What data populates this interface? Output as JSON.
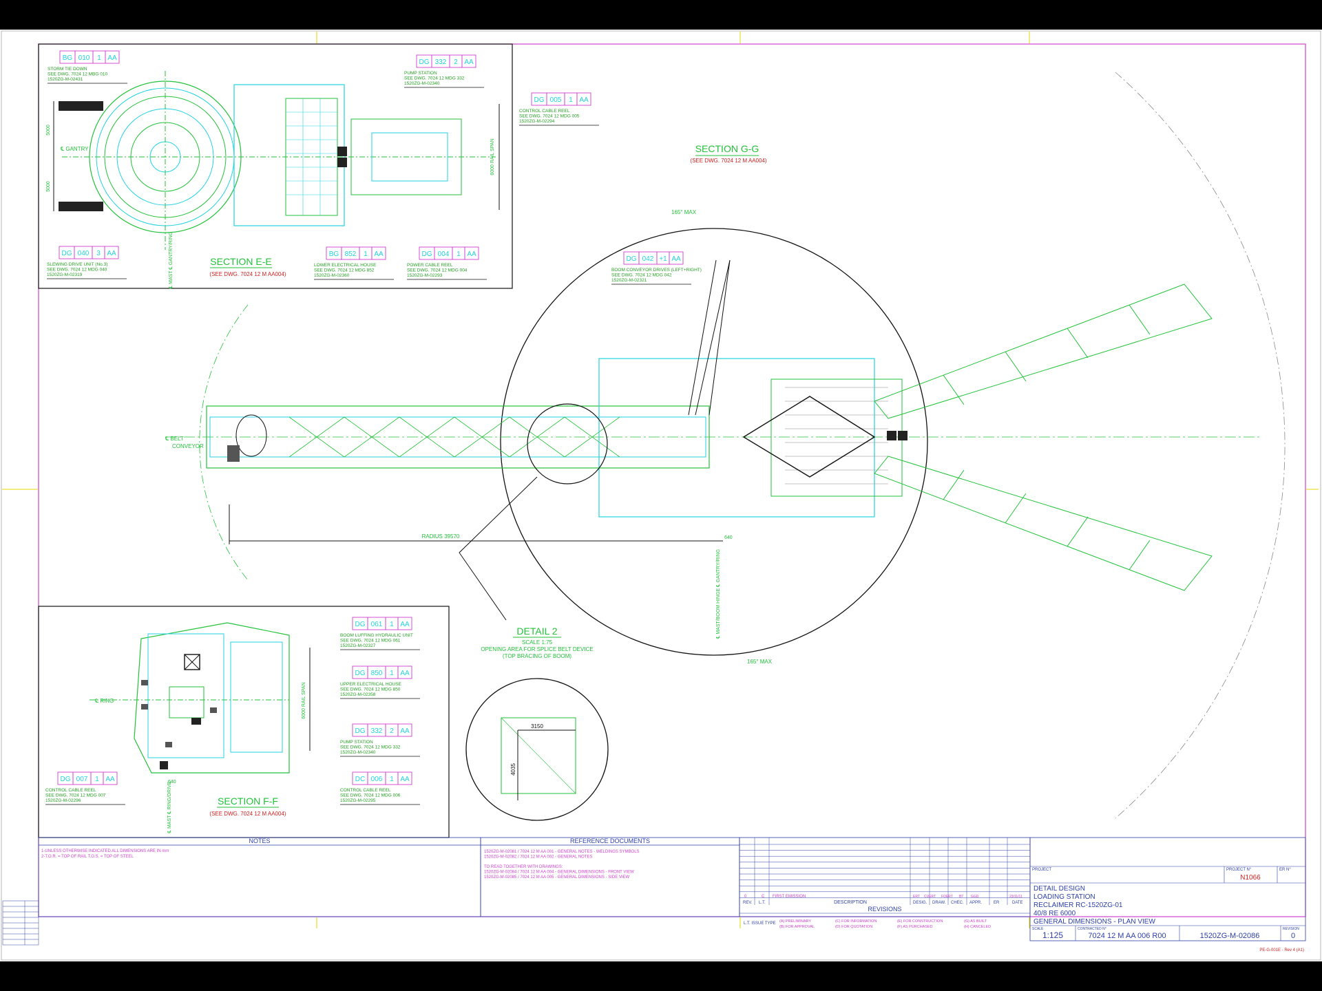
{
  "sections": {
    "ee": {
      "title": "SECTION E-E",
      "ref": "(SEE DWG. 7024 12 M AA004)"
    },
    "ff": {
      "title": "SECTION F-F",
      "ref": "(SEE DWG. 7024 12 M AA004)"
    },
    "gg": {
      "title": "SECTION G-G",
      "ref": "(SEE DWG. 7024 12 M AA004)"
    }
  },
  "detail": {
    "title": "DETAIL 2",
    "scale": "SCALE 1:75",
    "line1": "OPENING AREA FOR SPLICE BELT DEVICE",
    "line2": "(TOP BRACING OF BOOM)",
    "dim_h": "3150",
    "dim_v": "4035"
  },
  "tags": [
    {
      "c1": "BG",
      "c2": "010",
      "c3": "1",
      "c4": "AA",
      "l1": "STORM TIE DOWN",
      "l2": "SEE DWG. 7024 12 MBG 010",
      "l3": "1520ZG-M-02431"
    },
    {
      "c1": "DG",
      "c2": "332",
      "c3": "2",
      "c4": "AA",
      "l1": "PUMP STATION",
      "l2": "SEE DWG. 7024 12 MDG 332",
      "l3": "1520ZG-M-02340"
    },
    {
      "c1": "DG",
      "c2": "005",
      "c3": "1",
      "c4": "AA",
      "l1": "CONTROL CABLE REEL",
      "l2": "SEE DWG. 7024 12 MDG 005",
      "l3": "1520ZG-M-02294"
    },
    {
      "c1": "DG",
      "c2": "040",
      "c3": "3",
      "c4": "AA",
      "l1": "SLEWING DRIVE UNIT (No.3)",
      "l2": "SEE DWG. 7024 12 MDG 040",
      "l3": "1520ZG-M-02319"
    },
    {
      "c1": "BG",
      "c2": "852",
      "c3": "1",
      "c4": "AA",
      "l1": "LOWER ELECTRICAL HOUSE",
      "l2": "SEE DWG. 7024 12 MDG 852",
      "l3": "1520ZG-M-02360"
    },
    {
      "c1": "DG",
      "c2": "004",
      "c3": "1",
      "c4": "AA",
      "l1": "POWER CABLE REEL",
      "l2": "SEE DWG. 7024 12 MDG 004",
      "l3": "1520ZG-M-02293"
    },
    {
      "c1": "DG",
      "c2": "042",
      "c3": "+1",
      "c4": "AA",
      "l1": "BOOM CONVEYOR DRIVES (LEFT+RIGHT)",
      "l2": "SEE DWG. 7024 12 MDG 042",
      "l3": "1520ZG-M-02321"
    },
    {
      "c1": "DG",
      "c2": "061",
      "c3": "1",
      "c4": "AA",
      "l1": "BOOM LUFFING HYDRAULIC UNIT",
      "l2": "SEE DWG. 7024 12 MDG 061",
      "l3": "1520ZG-M-02327"
    },
    {
      "c1": "DG",
      "c2": "850",
      "c3": "1",
      "c4": "AA",
      "l1": "UPPER ELECTRICAL HOUSE",
      "l2": "SEE DWG. 7024 12 MDG 850",
      "l3": "1520ZG-M-02358"
    },
    {
      "c1": "DG",
      "c2": "332",
      "c3": "2",
      "c4": "AA",
      "l1": "PUMP STATION",
      "l2": "SEE DWG. 7024 12 MDG 332",
      "l3": "1520ZG-M-02340"
    },
    {
      "c1": "DG",
      "c2": "007",
      "c3": "1",
      "c4": "AA",
      "l1": "CONTROL CABLE REEL",
      "l2": "SEE DWG. 7024 12 MDG 007",
      "l3": "1520ZG-M-02296"
    },
    {
      "c1": "DC",
      "c2": "006",
      "c3": "1",
      "c4": "AA",
      "l1": "CONTROL CABLE REEL",
      "l2": "SEE DWG. 7024 12 MDG 006",
      "l3": "1520ZG-M-02295"
    }
  ],
  "labels": {
    "gantry": "℄ GANTRY",
    "belt": "℄ BELT",
    "conveyor": "CONVEYOR",
    "ring": "℄ RING",
    "radius": "RADIUS 39570",
    "mast_gantry": "℄ MAST/BOOM HINGE  ℄ GANTRY/RING",
    "mast_ee": "℄ MAST  ℄ GANTRY/RING",
    "mast_ff": "℄ MAST  ℄ RING/DRIVE",
    "rail_span_ee": "6000 RAIL SPAN",
    "rail_span_ff": "6000 RAIL SPAN",
    "dim_5000a": "5000",
    "dim_5000b": "5000",
    "dim_640": "640",
    "dim_640b": "640",
    "max_top": "165° MAX",
    "max_bottom": "165° MAX"
  },
  "notes": {
    "header": "NOTES",
    "lines": [
      "1-UNLESS OTHERWISE INDICATED ALL DIMENSIONS ARE IN mm",
      "2-T.O.R. = TOP OF RAIL    T.O.S. = TOP OF STEEL"
    ]
  },
  "reference": {
    "header": "REFERENCE DOCUMENTS",
    "lines": [
      "1520ZG-M-02081 / 7024 12 M AA 001  - GENERAL NOTES - WELDINGS SYMBOLS",
      "1520ZG-M-02082 / 7024 12 M AA 002  - GENERAL NOTES",
      "",
      "TO READ TOGETHER WITH DRAWINGS:",
      "1520ZG-M-02084 / 7024 12 M AA 004  - GENERAL DIMENSIONS - FRONT VIEW",
      "1520ZG-M-02085 / 7024 12 M AA 005  - GENERAL DIMENSIONS - SIDE VIEW"
    ]
  },
  "revisions": {
    "row": {
      "rev": "0",
      "lt": "C",
      "desc": "FIRST EMISSION",
      "desig": "ERT",
      "draw": "CUERT",
      "check": "FOERT",
      "appr": "BT",
      "er": "GGD",
      "date": "23/11/11"
    },
    "cols": {
      "rev": "REV.",
      "lt": "L.T.",
      "desc": "DESCRIPTION",
      "desig": "DESIG.",
      "draw": "DRAW.",
      "check": "CHEC.",
      "appr": "APPR.",
      "er": "ER",
      "date": "DATE"
    },
    "title": "REVISIONS",
    "issue_label": "L.T. ISSUE TYPE",
    "types": [
      "(A) PRELIMINARY",
      "(B) FOR APPROVAL",
      "(C) FOR INFORMATION",
      "(D) FOR QUOTATION",
      "(E) FOR CONSTRUCTION",
      "(F) AS PURCHASED",
      "(G) AS BUILT",
      "(H) CANCELED"
    ]
  },
  "title_block": {
    "project_label": "PROJECT",
    "project_no_label": "PROJECT N°",
    "project_no": "N1066",
    "er_label": "ER N°",
    "lines": [
      "DETAIL DESIGN",
      "LOADING STATION",
      "RECLAIMER RC-1520ZG-01",
      "40/8 RE 6000",
      "GENERAL DIMENSIONS - PLAN VIEW"
    ],
    "scale_label": "SCALE",
    "scale": "1:125",
    "contract_label": "CONTRACTED N°",
    "contract": "7024 12 M AA 006 R00",
    "drawing": "1520ZG-M-02086",
    "revision_label": "REVISION",
    "revision": "0",
    "footer": "PE-G-001E - Rev 4 (A1)"
  },
  "colors": {
    "cyan": "#22d3e0",
    "green": "#22c23a",
    "magenta": "#d040d0",
    "ink": "#111111",
    "blue": "#2c3fa8",
    "red": "#d02020"
  }
}
